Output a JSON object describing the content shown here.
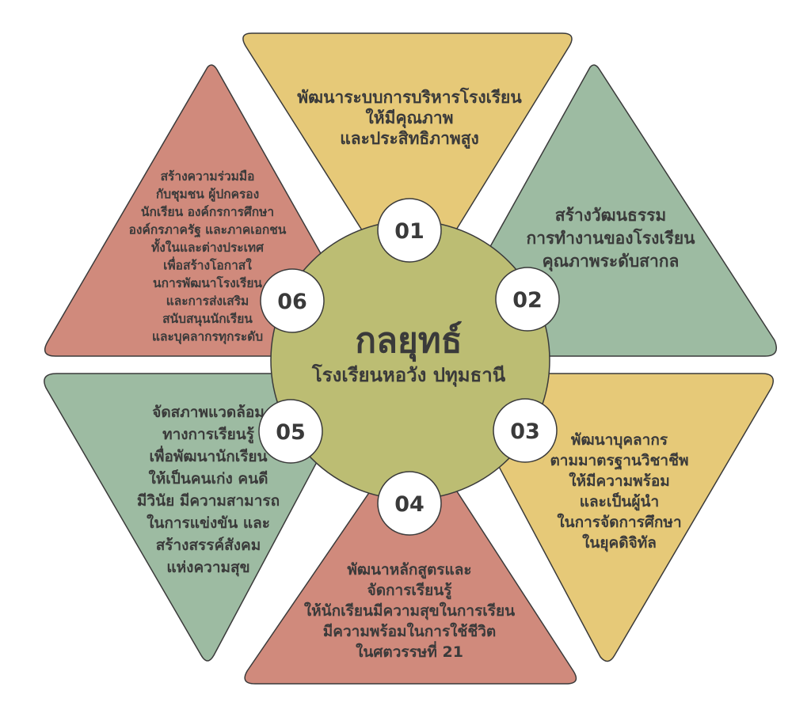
{
  "center": {
    "title": "กลยุทธ์",
    "subtitle": "โรงเรียนหอวัง ปทุมธานี"
  },
  "colors": {
    "yellow": "#e6c978",
    "green": "#9dbba2",
    "red": "#d08a7c",
    "center": "#bcbd73",
    "outline": "#3a3a3a",
    "text": "#3a3a3a",
    "badge": "#ffffff"
  },
  "strategies": [
    {
      "number": "01",
      "lines": [
        "พัฒนาระบบการบริหารโรงเรียน",
        "ให้มีคุณภาพ",
        "และประสิทธิภาพสูง"
      ]
    },
    {
      "number": "02",
      "lines": [
        "สร้างวัฒนธรรม",
        "การทำงานของโรงเรียน",
        "คุณภาพระดับสากล"
      ]
    },
    {
      "number": "03",
      "lines": [
        "พัฒนาบุคลากร",
        "ตามมาตรฐานวิชาชีพ",
        "ให้มีความพร้อม",
        "และเป็นผู้นำ",
        "ในการจัดการศึกษา",
        "ในยุคดิจิทัล"
      ]
    },
    {
      "number": "04",
      "lines": [
        "พัฒนาหลักสูตรและ",
        "จัดการเรียนรู้",
        "ให้นักเรียนมีความสุขในการเรียน",
        "มีความพร้อมในการใช้ชีวิต",
        "ในศตวรรษที่ 21"
      ]
    },
    {
      "number": "05",
      "lines": [
        "จัดสภาพแวดล้อม",
        "ทางการเรียนรู้",
        "เพื่อพัฒนานักเรียน",
        "ให้เป็นคนเก่ง คนดี",
        "มีวินัย มีความสามารถ",
        "ในการแข่งขัน และ",
        "สร้างสรรค์สังคม",
        "แห่งความสุข"
      ]
    },
    {
      "number": "06",
      "lines": [
        "สร้างความร่วมมือ",
        "กับชุมชน ผู้ปกครอง",
        "นักเรียน องค์กรการศึกษา",
        "องค์กรภาครัฐ และภาคเอกชน",
        "ทั้งในและต่างประเทศ",
        "เพื่อสร้างโอกาสใ",
        "นการพัฒนาโรงเรียน",
        "และการส่งเสริม",
        "สนับสนุนนักเรียน",
        "และบุคลากรทุกระดับ"
      ]
    }
  ]
}
